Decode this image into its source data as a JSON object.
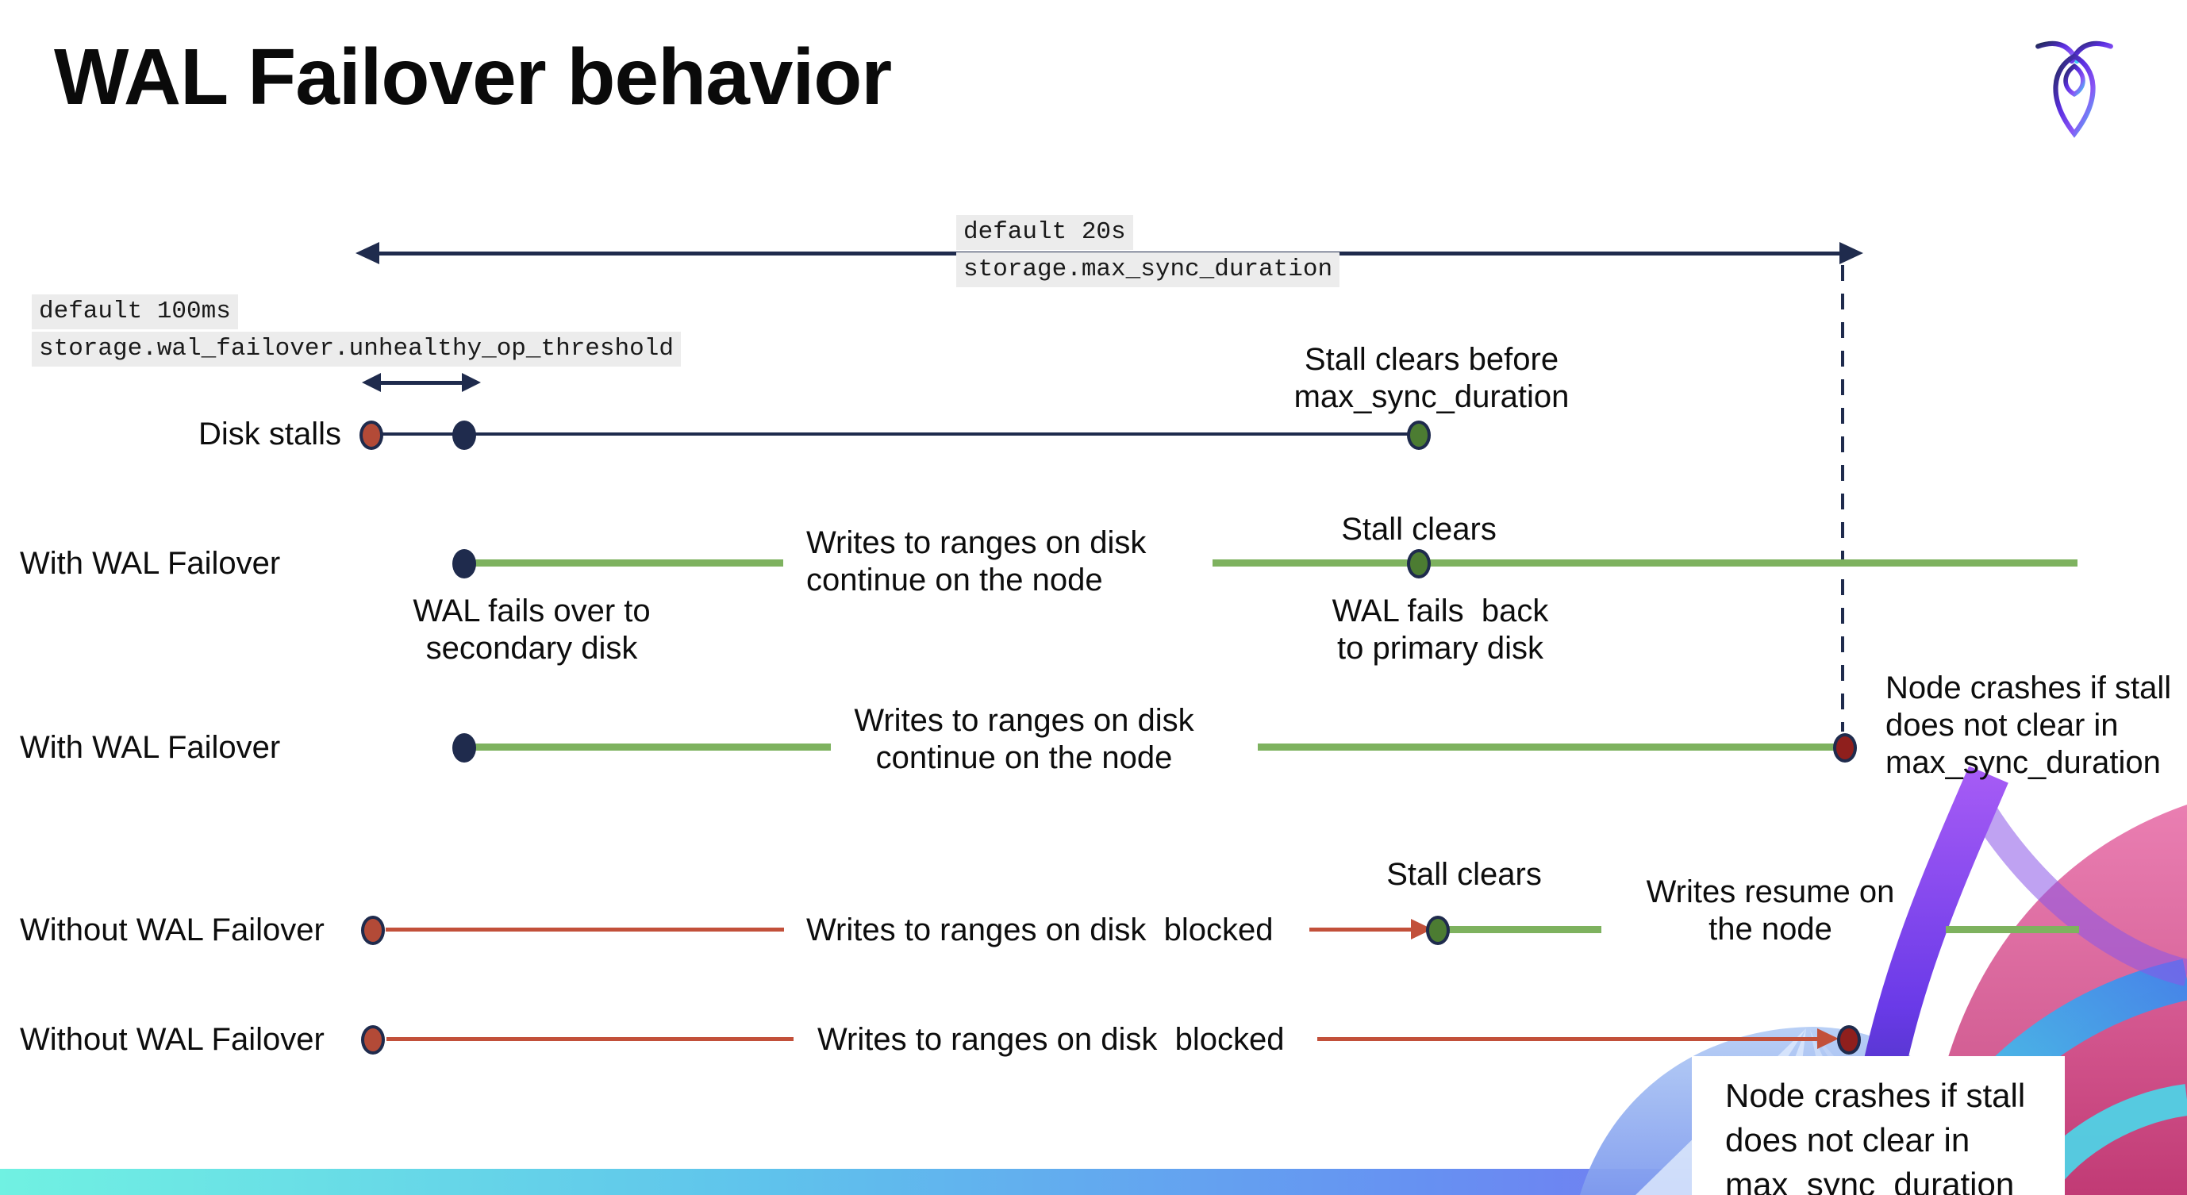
{
  "title": "WAL Failover behavior",
  "logo": {
    "name": "cockroachdb-logo"
  },
  "settings": {
    "max_sync": {
      "default_label": "default 20s",
      "setting_name": "storage.max_sync_duration"
    },
    "threshold": {
      "default_label": "default 100ms",
      "setting_name": "storage.wal_failover.unhealthy_op_threshold"
    }
  },
  "rows": {
    "disk_stalls": {
      "label": "Disk stalls",
      "stall_note": "Stall clears before\nmax_sync_duration"
    },
    "failover_a": {
      "label": "With WAL Failover",
      "failover_note": "WAL fails over to\nsecondary disk",
      "writes_note": "Writes to ranges on disk\ncontinue on the node",
      "stall_note": "Stall clears",
      "failback_note": "WAL fails  back\nto primary disk"
    },
    "failover_b": {
      "label": "With WAL Failover",
      "writes_note": "Writes to ranges on disk\ncontinue on the node",
      "crash_note": "Node crashes if stall\ndoes not clear in\nmax_sync_duration"
    },
    "no_failover_a": {
      "label": "Without WAL Failover",
      "writes_note": "Writes to ranges on disk  blocked",
      "stall_note": "Stall clears",
      "resume_note": "Writes resume on\nthe node"
    },
    "no_failover_b": {
      "label": "Without WAL Failover",
      "writes_note": "Writes to ranges on disk  blocked",
      "crash_note": "Node crashes if stall\ndoes not clear in\nmax_sync_duration"
    }
  },
  "colors": {
    "navy": "#1f2b4d",
    "green_line": "#7eb25f",
    "green_dot": "#4c7c32",
    "red_dot": "#b34a37",
    "red_line": "#c2503a",
    "dark_red_dot": "#8f1f1d",
    "label_background": "#ececec",
    "footer_gradient": [
      "#70f1e2",
      "#5fc3ec",
      "#6691f2",
      "#8a55ef"
    ]
  }
}
